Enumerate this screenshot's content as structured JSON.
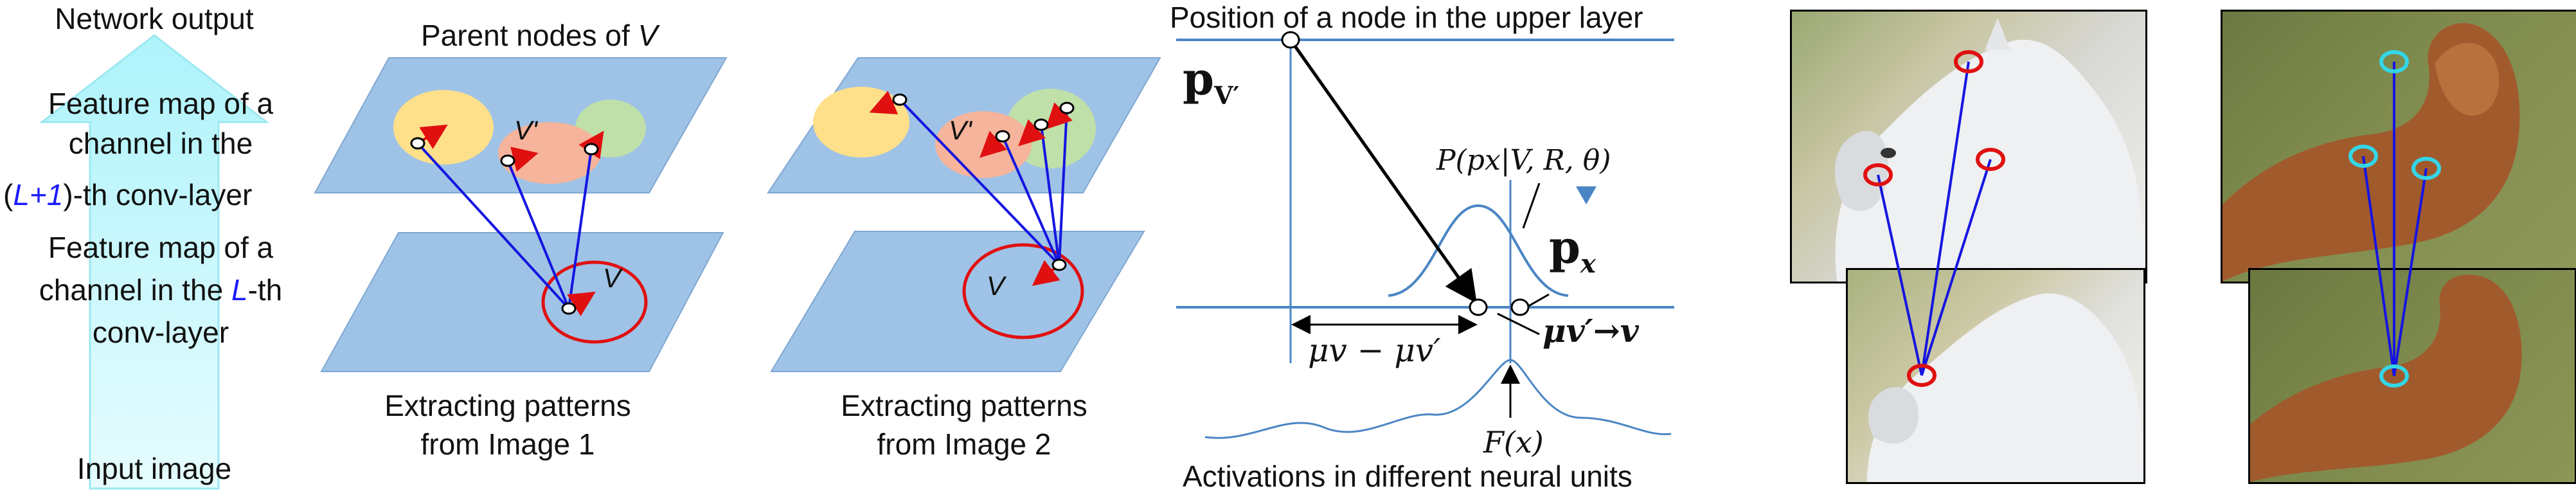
{
  "left_panel": {
    "top_label": "Network output",
    "mid_label_line1": "Feature map of a",
    "mid_label_line2": "channel in the",
    "mid_label_line3_pre": "(",
    "mid_label_line3_layer": "L+1",
    "mid_label_line3_post": ")-th conv-layer",
    "low_label_line1": "Feature map of a",
    "low_label_line2_pre": "channel in the ",
    "low_label_line2_layer": "L",
    "low_label_line2_post": "-th",
    "low_label_line3": "conv-layer",
    "bottom_label": "Input image"
  },
  "panel_image1": {
    "title_pre": "Parent nodes of ",
    "title_var": "V",
    "v_prime_label": "V'",
    "v_label": "V",
    "caption_line1": "Extracting patterns",
    "caption_line2": "from Image 1"
  },
  "panel_image2": {
    "v_prime_label": "V'",
    "v_label": "V",
    "caption_line1": "Extracting patterns",
    "caption_line2": "from Image 2"
  },
  "center_panel": {
    "top_title": "Position of a node in the upper layer",
    "p_vprime_label": "p",
    "p_vprime_sub": "V′",
    "prob_label": "P(px|V, R, θ)",
    "px_label": "p",
    "px_sub": "x",
    "mu_diff_label": "μv − μv′",
    "mu_arrow_label": "μv′→v",
    "fx_label": "F(x)",
    "bottom_caption": "Activations in different neural units"
  },
  "photos": {
    "white_horse_alt": "white horse",
    "brown_horse_alt": "brown horse"
  },
  "colors": {
    "plane_fill": "#9fc3e6",
    "plane_stroke": "#7fa8d2",
    "yellow_region": "#ffe08a",
    "salmon_region": "#f5b49b",
    "green_region": "#bfe0a8",
    "edge_blue": "#1515e0",
    "red_circle": "#e01010",
    "cyan_circle": "#33d6e6",
    "axis_blue": "#4b86c4",
    "arrow_cyan": "#bff6fb"
  }
}
